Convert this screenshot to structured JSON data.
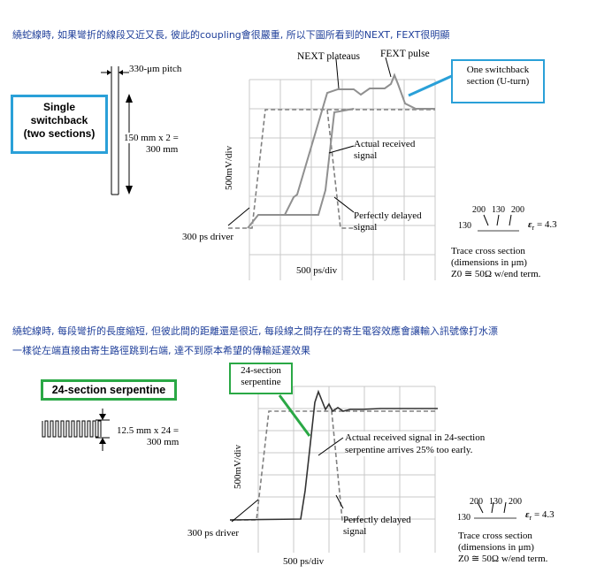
{
  "section1": {
    "caption": "繞蛇線時, 如果彎折的線段又近又長, 彼此的coupling會很嚴重, 所以下圖所看到的NEXT, FEXT很明顯",
    "box_label_1": "Single",
    "box_label_2": "switchback",
    "box_label_3": "(two sections)",
    "pitch": "330-μm pitch",
    "length_1": "150 mm x 2 =",
    "length_2": "300 mm",
    "next_plateaus": "NEXT plateaus",
    "fext_pulse": "FEXT pulse",
    "callout_1": "One switchback",
    "callout_2": "section (U-turn)",
    "actual_1": "Actual received",
    "actual_2": "signal",
    "delayed_1": "Perfectly delayed",
    "delayed_2": "signal",
    "driver": "300 ps driver",
    "ylabel": "500mV/div",
    "xlabel": "500 ps/div",
    "dim_200a": "200",
    "dim_130": "130",
    "dim_200b": "200",
    "dim_130left": "130",
    "epsilon": "ε",
    "epsilon_sub": "r",
    "epsilon_val": " = 4.3",
    "trace_1": "Trace cross section",
    "trace_2": "(dimensions in μm)",
    "trace_3": "Z0 ≅ 50Ω w/end term."
  },
  "section2": {
    "caption_1": "繞蛇線時, 每段彎折的長度縮短, 但彼此間的距離還是很近, 每段線之間存在的寄生電容效應會讓輸入訊號像打水漂",
    "caption_2": "一樣從左端直接由寄生路徑跳到右端, 達不到原本希望的傳輸延遲效果",
    "box_label": "24-section serpentine",
    "length_1": "12.5 mm x 24 =",
    "length_2": "300 mm",
    "callout_1": "24-section",
    "callout_2": "serpentine",
    "actual_1": "Actual received signal in 24-section",
    "actual_2": "serpentine arrives 25% too early.",
    "delayed_1": "Perfectly delayed",
    "delayed_2": "signal",
    "driver": "300 ps driver",
    "ylabel": "500mV/div",
    "xlabel": "500 ps/div",
    "dim_200a": "200",
    "dim_130": "130",
    "dim_200b": "200",
    "dim_130left": "130",
    "epsilon": "ε",
    "epsilon_sub": "r",
    "epsilon_val": " = 4.3",
    "trace_1": "Trace cross section",
    "trace_2": "(dimensions in μm)",
    "trace_3": "Z0 ≅ 50Ω w/end term."
  },
  "colors": {
    "caption": "#1f3f9a",
    "callout_blue": "#2aa0d8",
    "callout_green": "#2aa845",
    "grid": "#c8c8c8",
    "delayed": "#808080",
    "actual": "#909090"
  }
}
